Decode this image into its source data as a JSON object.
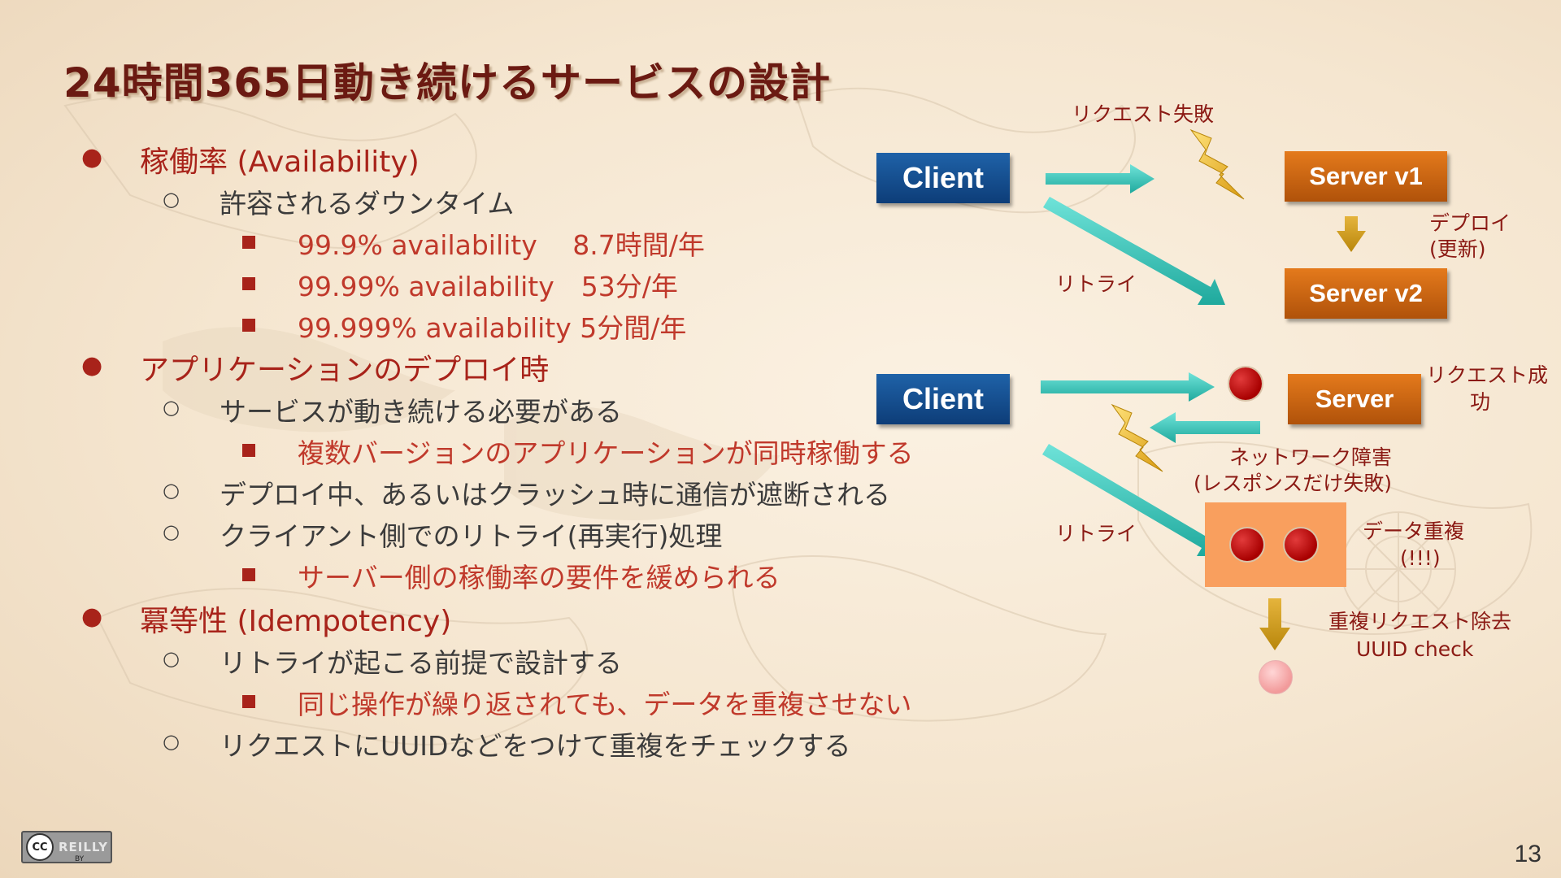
{
  "slide": {
    "title": "24時間365日動き続けるサービスの設計",
    "page_number": "13"
  },
  "bullets": {
    "availability": {
      "label": "稼働率 (Availability)",
      "downtime": "許容されるダウンタイム",
      "rows": [
        "99.9% availability　 8.7時間/年",
        "99.99% availability　53分/年",
        "99.999% availability 5分間/年"
      ]
    },
    "deploy": {
      "label": "アプリケーションのデプロイ時",
      "must_run": "サービスが動き続ける必要がある",
      "multi_version": "複数バージョンのアプリケーションが同時稼働する",
      "interrupt": "デプロイ中、あるいはクラッシュ時に通信が遮断される",
      "client_retry": "クライアント側でのリトライ(再実行)処理",
      "relaxed": "サーバー側の稼働率の要件を緩められる"
    },
    "idempotency": {
      "label": "冪等性 (Idempotency)",
      "design": "リトライが起こる前提で設計する",
      "no_dup": "同じ操作が繰り返されても、データを重複させない",
      "uuid": "リクエストにUUIDなどをつけて重複をチェックする"
    }
  },
  "diagram": {
    "top": {
      "client": "Client",
      "server_v1": "Server v1",
      "server_v2": "Server v2",
      "request_failed": "リクエスト失敗",
      "retry": "リトライ",
      "deploy": "デプロイ",
      "update": "(更新)"
    },
    "bottom": {
      "client": "Client",
      "server": "Server",
      "request_success_1": "リクエスト成",
      "request_success_2": "功",
      "network_failure": "ネットワーク障害",
      "response_only_failed": "(レスポンスだけ失敗)",
      "retry": "リトライ",
      "data_duplicate": "データ重複",
      "exclaim": "(!!!)",
      "dedup": "重複リクエスト除去",
      "uuid_check": "UUID check"
    },
    "colors": {
      "client_box": "#1f62a8",
      "server_box": "#e47a1c",
      "arrow": "#36c9bd",
      "lightning": "#e8b021",
      "label": "#8b1a14",
      "duplicate_area": "#f99f5e"
    }
  },
  "license": {
    "badge_text": "CC",
    "badge_label": "REILLY",
    "badge_sub": "BY"
  }
}
